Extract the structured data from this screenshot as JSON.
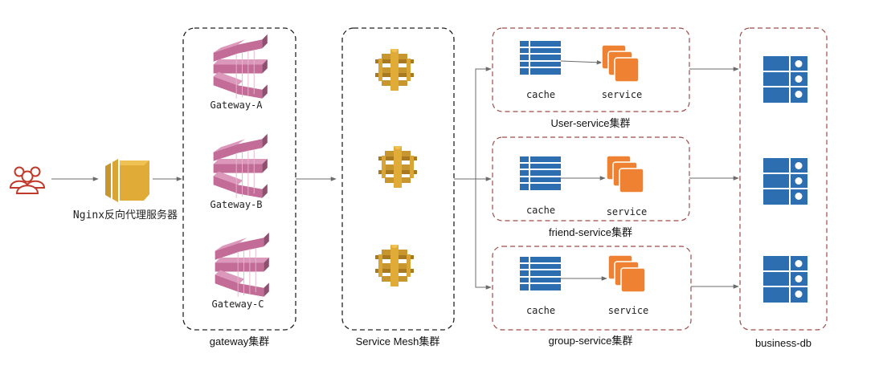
{
  "colors": {
    "gateway_pink": "#c26c97",
    "mesh_gold": "#c8962e",
    "cache_blue": "#2d6eb0",
    "service_orange": "#ef8133",
    "red_dashed": "#a24a4a",
    "arrow_gray": "#6b6b6b"
  },
  "client": {
    "icon": "users-icon"
  },
  "nginx": {
    "icon": "load-balancer-icon",
    "label": "Nginx反向代理服务器"
  },
  "gateway_cluster": {
    "label": "gateway集群",
    "nodes": [
      {
        "label": "Gateway-A",
        "icon": "gateway-icon"
      },
      {
        "label": "Gateway-B",
        "icon": "gateway-icon"
      },
      {
        "label": "Gateway-C",
        "icon": "gateway-icon"
      }
    ]
  },
  "mesh_cluster": {
    "label": "Service Mesh集群",
    "nodes": [
      {
        "icon": "service-mesh-icon"
      },
      {
        "icon": "service-mesh-icon"
      },
      {
        "icon": "service-mesh-icon"
      }
    ]
  },
  "service_clusters": [
    {
      "label": "User-service集群",
      "cache_label": "cache",
      "service_label": "service"
    },
    {
      "label": "friend-service集群",
      "cache_label": "cache",
      "service_label": "service"
    },
    {
      "label": "group-service集群",
      "cache_label": "cache",
      "service_label": "service"
    }
  ],
  "business_db": {
    "label": "business-db",
    "icon": "database-icon"
  }
}
